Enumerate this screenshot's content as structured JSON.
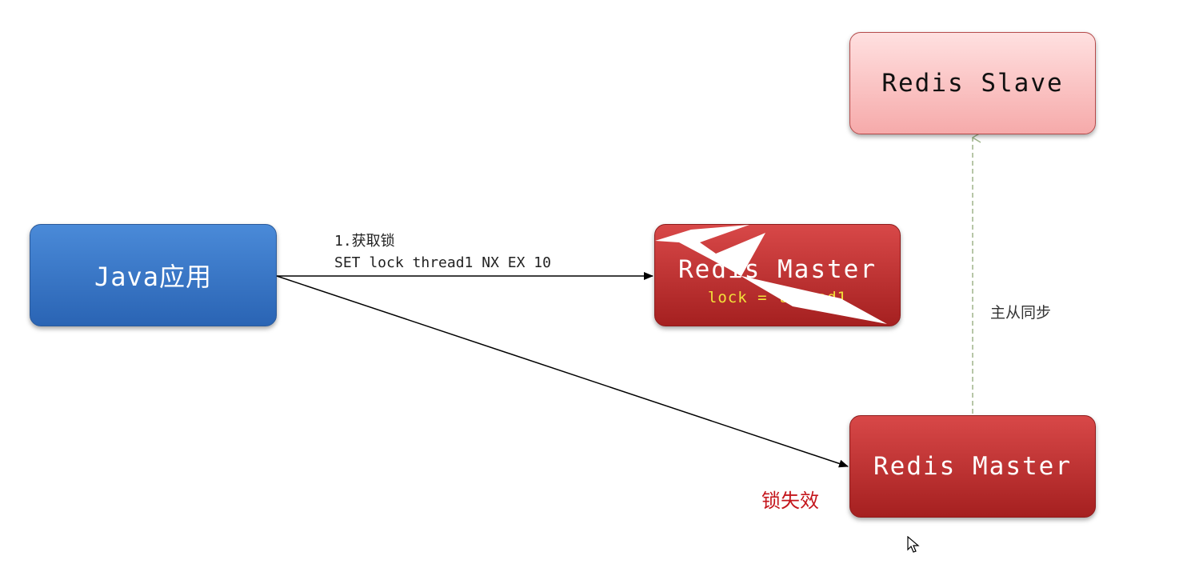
{
  "nodes": {
    "java_app": "Java应用",
    "master_top": {
      "title": "Redis Master",
      "value": "lock = thread1"
    },
    "master_bottom": "Redis Master",
    "slave": "Redis Slave"
  },
  "edges": {
    "acquire_lock": {
      "step": "1.获取锁",
      "command": "SET lock thread1 NX EX 10"
    },
    "replication": "主从同步"
  },
  "annotations": {
    "lock_invalid": "锁失效"
  },
  "colors": {
    "java_blue": "#2a64b4",
    "master_red": "#a52020",
    "slave_pink": "#f6aaaa",
    "lock_value_yellow": "#f2e23a",
    "warning_red": "#c4161c",
    "sync_line_green": "#9fb48a"
  },
  "icons": {
    "failure_marker": "lightning-bolt-icon",
    "pointer": "mouse-cursor-icon"
  }
}
